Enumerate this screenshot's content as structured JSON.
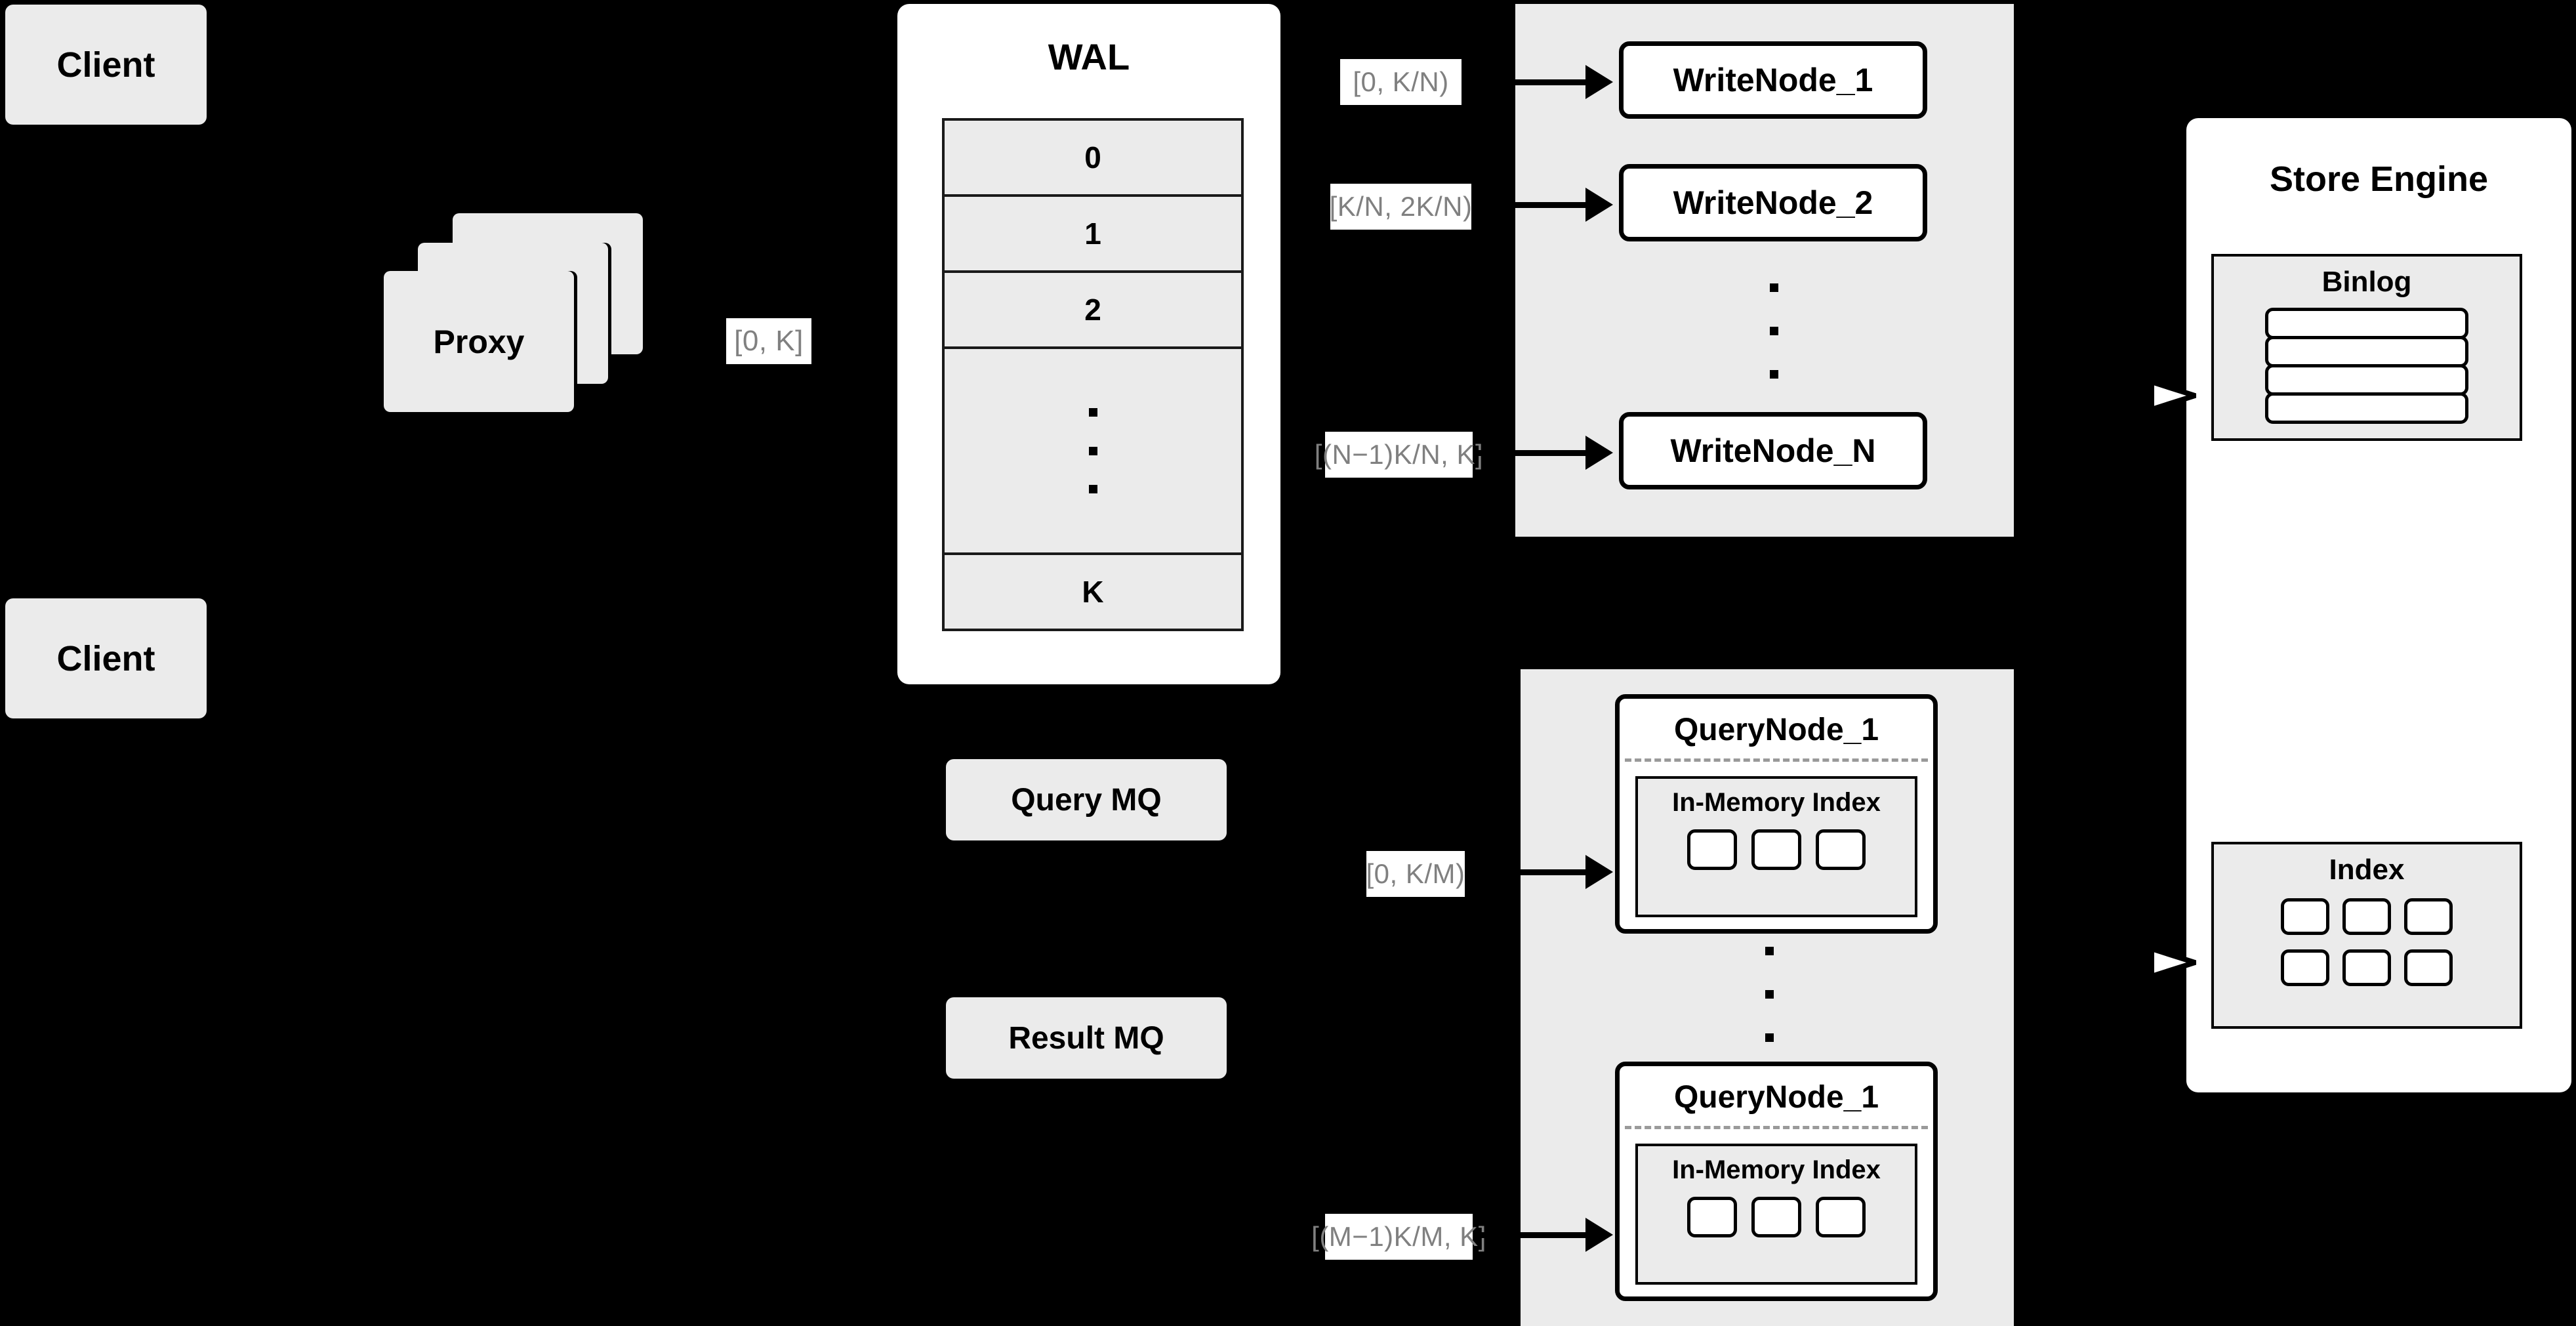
{
  "diagram": {
    "title": "Distributed write/query architecture",
    "background_color": "#000000",
    "box_fill": "#ebebeb",
    "panel_fill": "#ffffff",
    "label_text_color": "#808080"
  },
  "clients": [
    {
      "label": "Client"
    },
    {
      "label": "Client"
    }
  ],
  "proxy": {
    "label": "Proxy",
    "stack_count": 3
  },
  "edge_labels": {
    "proxy_to_wal": "[0, K]",
    "write_node_1": "[0,  K/N)",
    "write_node_2": "[K/N, 2K/N)",
    "write_node_n": "[(N−1)K/N,  K]",
    "query_node_1": "[0, K/M)",
    "query_node_m": "[(M−1)K/M, K]"
  },
  "wal": {
    "title": "WAL",
    "rows": [
      "0",
      "1",
      "2",
      "⋮",
      "K"
    ]
  },
  "write_cluster": {
    "nodes": [
      {
        "label": "WriteNode_1"
      },
      {
        "label": "WriteNode_2"
      },
      {
        "label": "WriteNode_N"
      }
    ],
    "ellipsis": "⋮"
  },
  "query_cluster": {
    "nodes": [
      {
        "label": "QueryNode_1",
        "index_label": "In-Memory Index",
        "segments": 3
      },
      {
        "label": "QueryNode_1",
        "index_label": "In-Memory Index",
        "segments": 3
      }
    ],
    "ellipsis": "⋮"
  },
  "message_queues": [
    {
      "label": "Query MQ"
    },
    {
      "label": "Result MQ"
    }
  ],
  "store_engine": {
    "title": "Store Engine",
    "binlog": {
      "title": "Binlog",
      "row_count": 4
    },
    "index": {
      "title": "Index",
      "cell_count": 6
    }
  }
}
